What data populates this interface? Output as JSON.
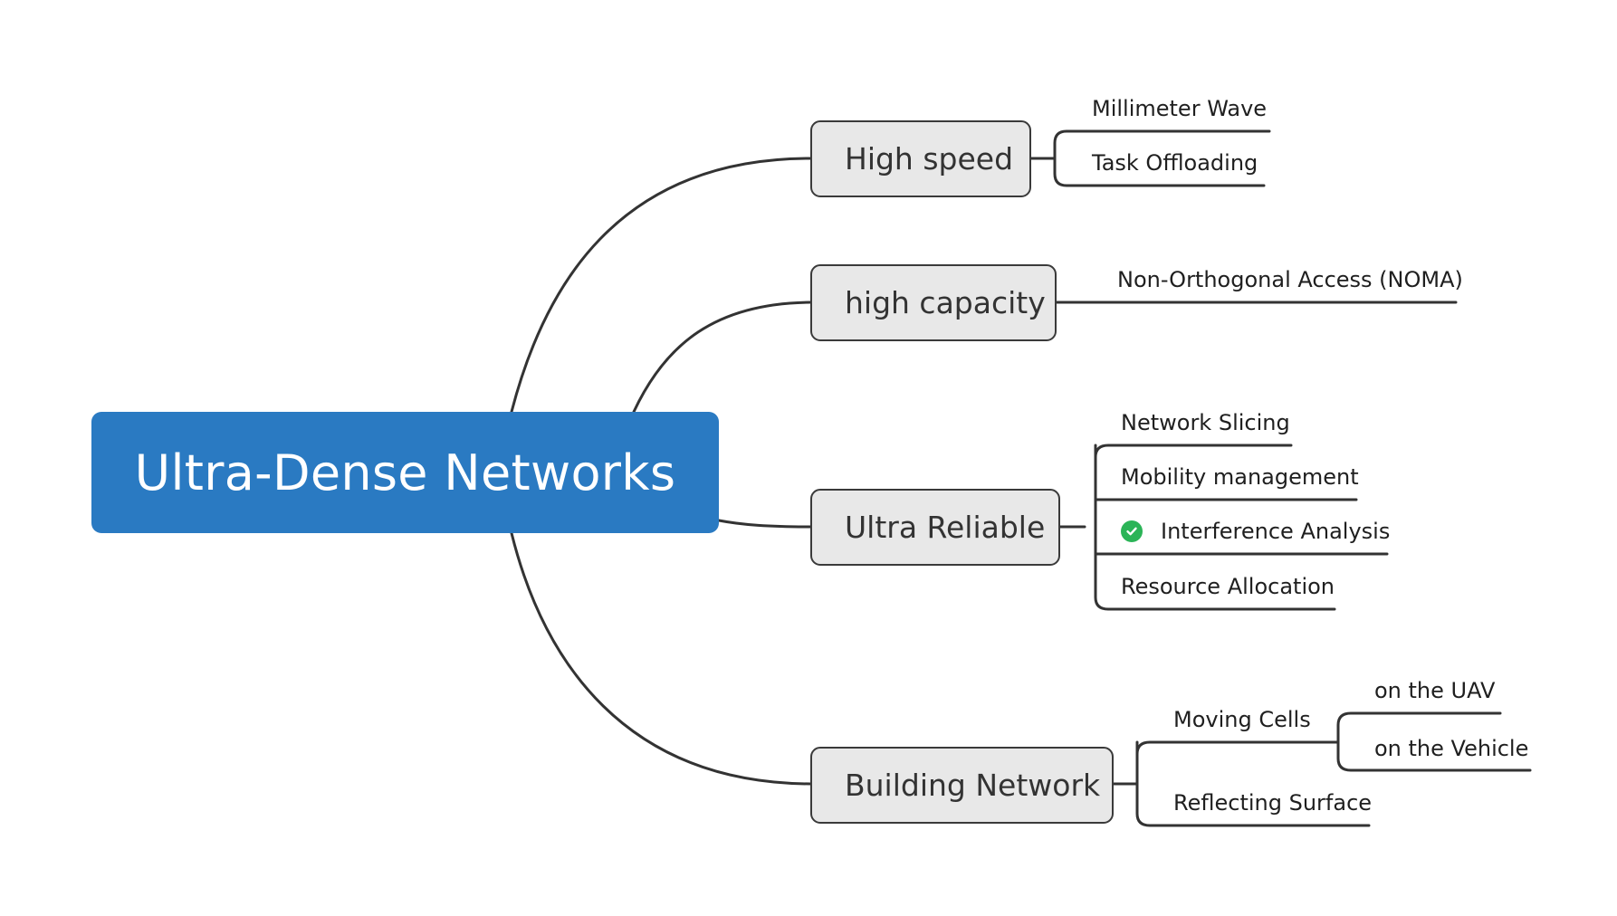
{
  "root": {
    "label": "Ultra-Dense Networks",
    "color": "#2a7ac2"
  },
  "branches": [
    {
      "label": "High speed",
      "children": [
        {
          "label": "Millimeter Wave"
        },
        {
          "label": "Task Offloading"
        }
      ]
    },
    {
      "label": "high capacity",
      "children": [
        {
          "label": "Non-Orthogonal Access (NOMA)"
        }
      ]
    },
    {
      "label": "Ultra Reliable",
      "children": [
        {
          "label": "Network Slicing"
        },
        {
          "label": "Mobility management"
        },
        {
          "label": "Interference Analysis",
          "icon": "check-circle-icon",
          "icon_color": "#2bb457"
        },
        {
          "label": "Resource Allocation"
        }
      ]
    },
    {
      "label": "Building Network",
      "children": [
        {
          "label": "Moving Cells",
          "children": [
            {
              "label": "on the UAV"
            },
            {
              "label": "on the Vehicle"
            }
          ]
        },
        {
          "label": "Reflecting Surface"
        }
      ]
    }
  ]
}
